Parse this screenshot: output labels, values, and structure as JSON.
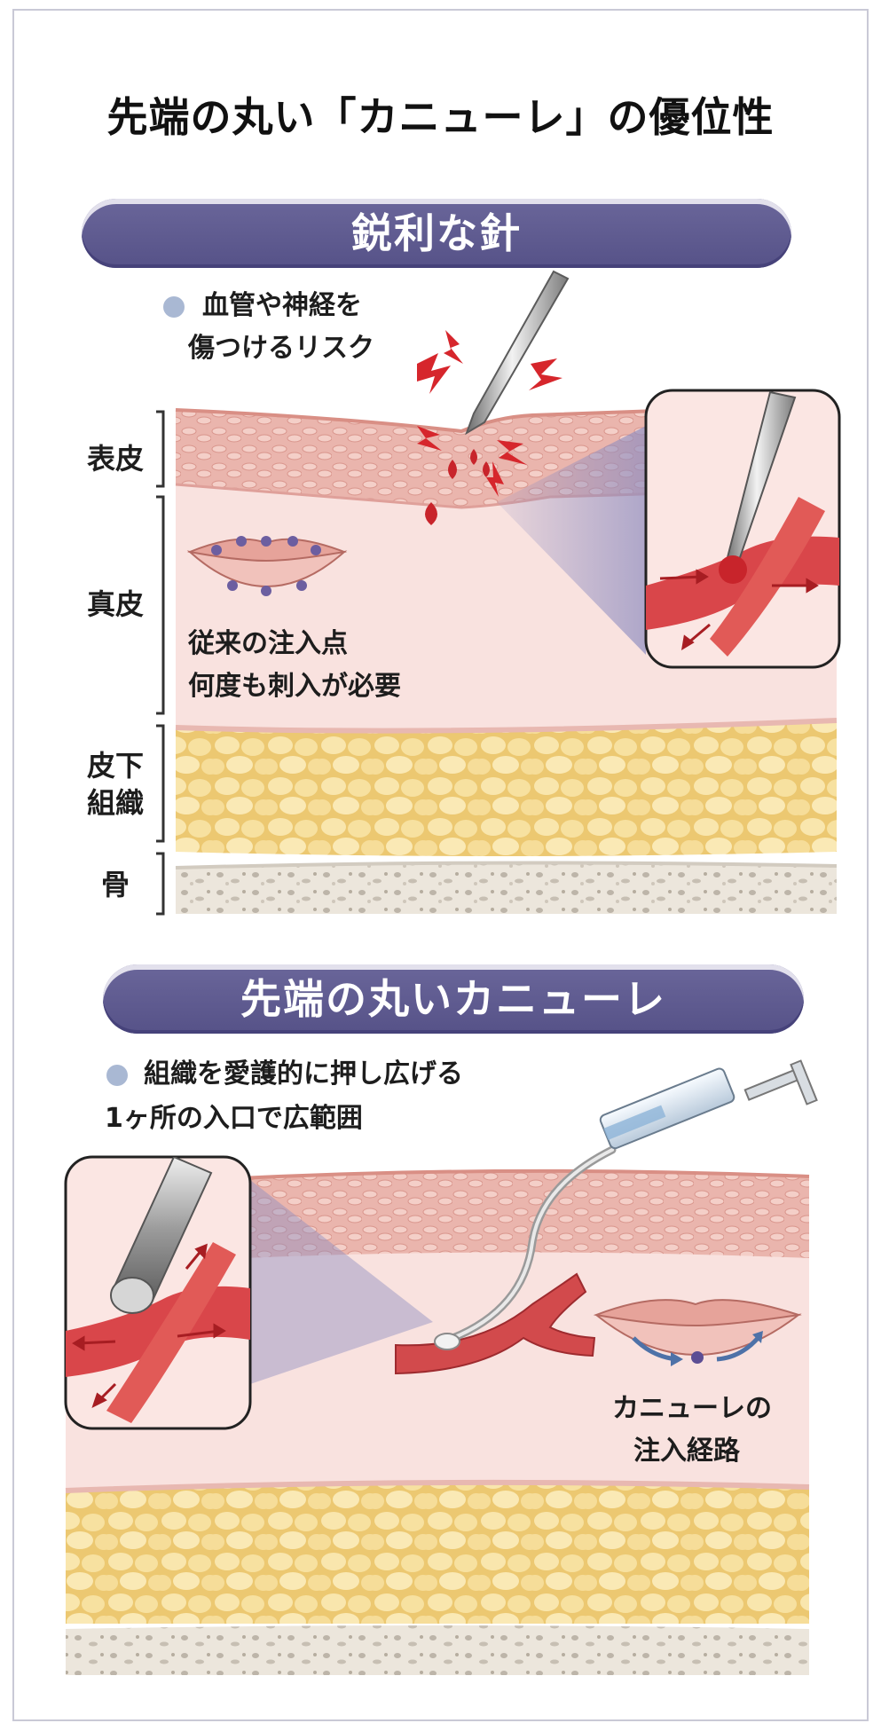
{
  "title": "先端の丸い「カニューレ」の優位性",
  "needle_section": {
    "heading": "鋭利な針",
    "risk_line1": "血管や神経を",
    "risk_line2": "傷つけるリスク",
    "layers": {
      "epidermis": "表皮",
      "dermis": "真皮",
      "subcutaneous_line1": "皮下",
      "subcutaneous_line2": "組織",
      "bone": "骨"
    },
    "note_line1": "従来の注入点",
    "note_line2": "何度も刺入が必要"
  },
  "cannula_section": {
    "heading": "先端の丸いカニューレ",
    "benefit_line1": "組織を愛護的に押し広げる",
    "benefit_line2": "1ヶ所の入口で広範囲",
    "route_line1": "カニューレの",
    "route_line2": "注入経路"
  },
  "colors": {
    "pill": "#5e5a90",
    "epidermis": "#e9b2aa",
    "dermis": "#f8e0de",
    "fat": "#f3d88f",
    "bone": "#e6e0d6",
    "blood": "#c8242b",
    "bullet": "#a9b8d3"
  },
  "icons": [
    "needle-icon",
    "syringe-icon",
    "cannula-icon",
    "lips-icon",
    "blood-vessel-icon",
    "spark-icon"
  ]
}
